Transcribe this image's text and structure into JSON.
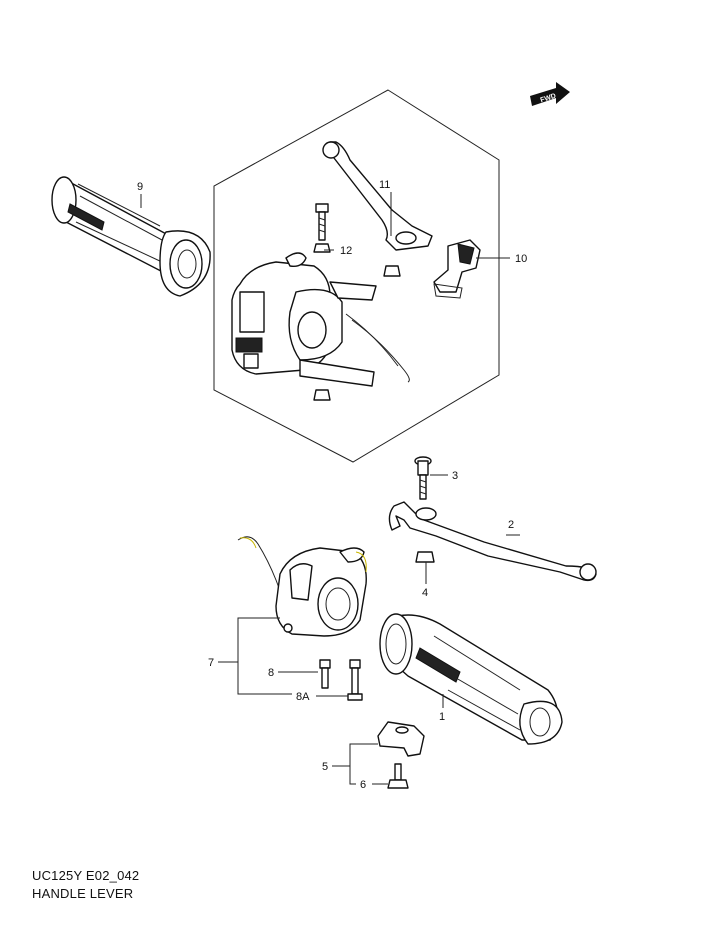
{
  "diagram": {
    "fwd_label": "FWD",
    "callouts": [
      {
        "id": "c1",
        "text": "1"
      },
      {
        "id": "c2",
        "text": "2"
      },
      {
        "id": "c3",
        "text": "3"
      },
      {
        "id": "c4",
        "text": "4"
      },
      {
        "id": "c5",
        "text": "5"
      },
      {
        "id": "c6",
        "text": "6"
      },
      {
        "id": "c7",
        "text": "7"
      },
      {
        "id": "c8",
        "text": "8"
      },
      {
        "id": "c8a",
        "text": "8A"
      },
      {
        "id": "c9",
        "text": "9"
      },
      {
        "id": "c10",
        "text": "10"
      },
      {
        "id": "c11",
        "text": "11"
      },
      {
        "id": "c12",
        "text": "12"
      }
    ]
  },
  "footer": {
    "code": "UC125Y E02_042",
    "title": "HANDLE LEVER"
  }
}
